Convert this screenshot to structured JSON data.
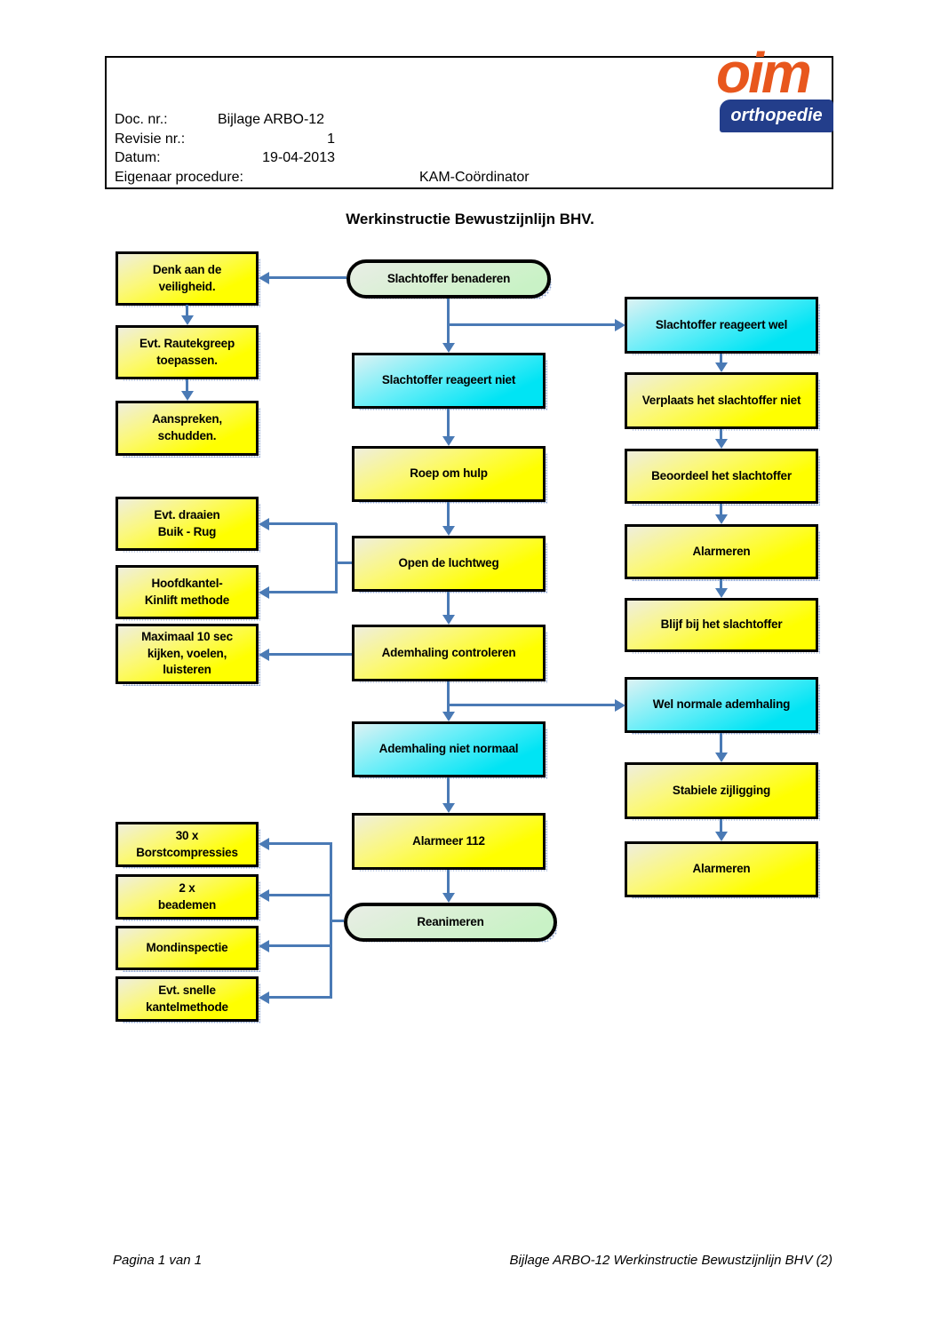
{
  "header": {
    "fields": [
      {
        "label": "Doc. nr.:",
        "value": "Bijlage ARBO-12"
      },
      {
        "label": "Revisie nr.:",
        "value": "1"
      },
      {
        "label": "Datum:",
        "value": "19-04-2013"
      },
      {
        "label": "Eigenaar procedure:",
        "value": "KAM-Coördinator"
      }
    ],
    "logo": {
      "brand": "oim",
      "tagline": "orthopedie"
    }
  },
  "title": "Werkinstructie Bewustzijnlijn BHV.",
  "flowchart": {
    "nodes": {
      "benaderen": "Slachtoffer benaderen",
      "denk_veiligheid": "Denk aan de\nveiligheid.",
      "rautek": "Evt. Rautekgreep\ntoepassen.",
      "aanspreken": "Aanspreken,\nschudden.",
      "reageert_niet": "Slachtoffer reageert niet",
      "roep_om_hulp": "Roep om hulp",
      "open_luchtweg": "Open de luchtweg",
      "draaien": "Evt. draaien\nBuik - Rug",
      "hoofdkantel": "Hoofdkantel-\nKinlift methode",
      "ademhaling_controleren": "Ademhaling controleren",
      "maximaal": "Maximaal 10 sec\nkijken, voelen,\nluisteren",
      "ademhaling_niet_normaal": "Ademhaling niet normaal",
      "alarmeer_112": "Alarmeer 112",
      "reanimeren": "Reanimeren",
      "borstcompressies": "30 x\nBorstcompressies",
      "beademen": "2 x\nbeademen",
      "mondinspectie": "Mondinspectie",
      "snelle_kantel": "Evt. snelle\nkantelmethode",
      "reageert_wel": "Slachtoffer reageert wel",
      "verplaats_niet": "Verplaats het slachtoffer niet",
      "beoordeel": "Beoordeel het slachtoffer",
      "alarmeren_1": "Alarmeren",
      "blijf_bij": "Blijf bij het slachtoffer",
      "wel_normale": "Wel normale ademhaling",
      "stabiele_zijligging": "Stabiele zijligging",
      "alarmeren_2": "Alarmeren"
    },
    "edges": [
      {
        "from": "benaderen",
        "to": "denk_veiligheid"
      },
      {
        "from": "benaderen",
        "to": "reageert_niet"
      },
      {
        "from": "benaderen",
        "to": "reageert_wel"
      },
      {
        "from": "denk_veiligheid",
        "to": "rautek"
      },
      {
        "from": "rautek",
        "to": "aanspreken"
      },
      {
        "from": "reageert_niet",
        "to": "roep_om_hulp"
      },
      {
        "from": "roep_om_hulp",
        "to": "open_luchtweg"
      },
      {
        "from": "open_luchtweg",
        "to": "draaien"
      },
      {
        "from": "open_luchtweg",
        "to": "hoofdkantel"
      },
      {
        "from": "open_luchtweg",
        "to": "ademhaling_controleren"
      },
      {
        "from": "ademhaling_controleren",
        "to": "maximaal"
      },
      {
        "from": "ademhaling_controleren",
        "to": "ademhaling_niet_normaal"
      },
      {
        "from": "ademhaling_controleren",
        "to": "wel_normale"
      },
      {
        "from": "ademhaling_niet_normaal",
        "to": "alarmeer_112"
      },
      {
        "from": "alarmeer_112",
        "to": "reanimeren"
      },
      {
        "from": "reanimeren",
        "to": "borstcompressies"
      },
      {
        "from": "reanimeren",
        "to": "beademen"
      },
      {
        "from": "reanimeren",
        "to": "mondinspectie"
      },
      {
        "from": "reanimeren",
        "to": "snelle_kantel"
      },
      {
        "from": "reageert_wel",
        "to": "verplaats_niet"
      },
      {
        "from": "verplaats_niet",
        "to": "beoordeel"
      },
      {
        "from": "beoordeel",
        "to": "alarmeren_1"
      },
      {
        "from": "alarmeren_1",
        "to": "blijf_bij"
      },
      {
        "from": "wel_normale",
        "to": "stabiele_zijligging"
      },
      {
        "from": "stabiele_zijligging",
        "to": "alarmeren_2"
      }
    ]
  },
  "footer": {
    "left": "Pagina 1 van 1",
    "right": "Bijlage ARBO-12 Werkinstructie Bewustzijnlijn BHV  (2)"
  },
  "colors": {
    "arrow_blue": "#4a7ab5",
    "process_yellow": "#ffff00",
    "decision_cyan": "#00e4f4",
    "terminator_green": "#c9f2c6",
    "logo_orange": "#E8571D",
    "logo_blue": "#233E8B"
  }
}
